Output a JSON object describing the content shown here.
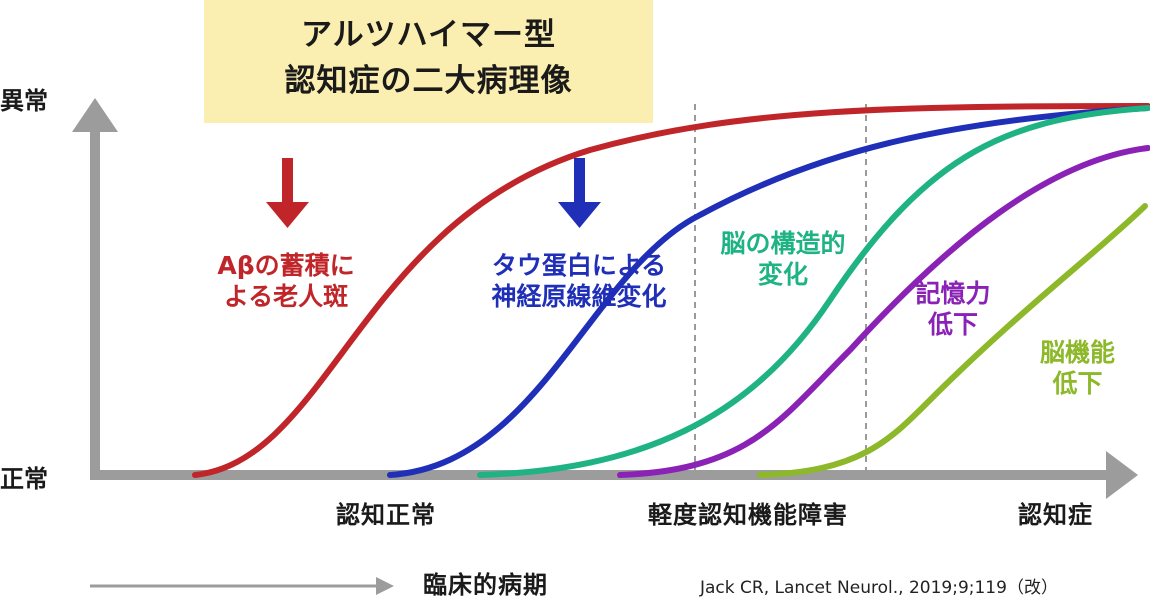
{
  "title": {
    "line1": "アルツハイマー型",
    "line2": "認知症の二大病理像"
  },
  "axis": {
    "y_top_label": "異常",
    "y_bottom_label": "正常",
    "x_label": "臨床的病期"
  },
  "stages": [
    "認知正常",
    "軽度認知機能障害",
    "認知症"
  ],
  "curves": [
    {
      "key": "amyloid",
      "color": "#c0252a",
      "label_lines": [
        "Aβの蓄積に",
        "よる老人斑"
      ],
      "arrow": true
    },
    {
      "key": "tau",
      "color": "#1f2fb8",
      "label_lines": [
        "タウ蛋白による",
        "神経原線維変化"
      ],
      "arrow": true
    },
    {
      "key": "structure",
      "color": "#1fb384",
      "label_lines": [
        "脳の構造的",
        "変化"
      ],
      "arrow": false
    },
    {
      "key": "memory",
      "color": "#8a22b5",
      "label_lines": [
        "記憶力",
        "低下"
      ],
      "arrow": false
    },
    {
      "key": "function",
      "color": "#8cb82a",
      "label_lines": [
        "脳機能",
        "低下"
      ],
      "arrow": false
    }
  ],
  "citation": "Jack CR, Lancet Neurol., 2019;9;119（改）",
  "colors": {
    "axis": "#9c9c9c",
    "title_bg": "#faefb0",
    "divider": "#9a9a9a"
  }
}
